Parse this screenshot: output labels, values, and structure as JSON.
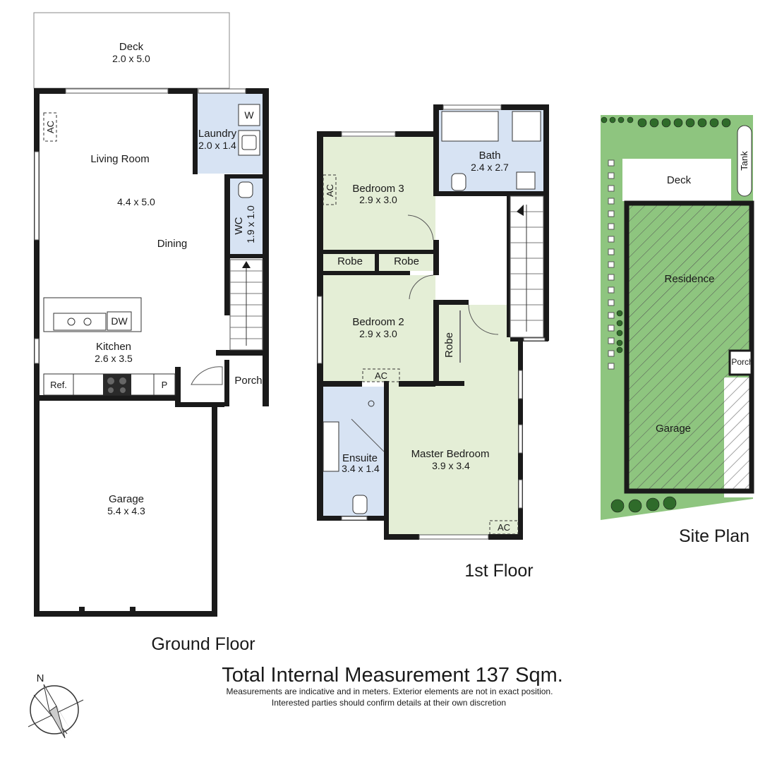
{
  "ground_floor": {
    "title": "Ground Floor",
    "deck": {
      "name": "Deck",
      "dims": "2.0 x 5.0"
    },
    "living": {
      "name": "Living Room",
      "dims": "4.4 x 5.0"
    },
    "dining": {
      "name": "Dining"
    },
    "laundry": {
      "name": "Laundry",
      "dims": "2.0 x 1.4",
      "w": "W"
    },
    "wc": {
      "name": "WC",
      "dims": "1.9 x 1.0"
    },
    "kitchen": {
      "name": "Kitchen",
      "dims": "2.6 x 3.5",
      "dw": "DW",
      "ref": "Ref.",
      "pantry": "P"
    },
    "porch": {
      "name": "Porch"
    },
    "garage": {
      "name": "Garage",
      "dims": "5.4 x 4.3"
    },
    "ac": "AC"
  },
  "first_floor": {
    "title": "1st Floor",
    "bedroom3": {
      "name": "Bedroom 3",
      "dims": "2.9 x 3.0"
    },
    "bath": {
      "name": "Bath",
      "dims": "2.4 x 2.7"
    },
    "robe1": "Robe",
    "robe2": "Robe",
    "robe3": "Robe",
    "bedroom2": {
      "name": "Bedroom 2",
      "dims": "2.9 x 3.0"
    },
    "ensuite": {
      "name": "Ensuite",
      "dims": "3.4 x 1.4"
    },
    "master": {
      "name": "Master Bedroom",
      "dims": "3.9 x 3.4"
    },
    "ac1": "AC",
    "ac2": "AC",
    "ac3": "AC"
  },
  "site_plan": {
    "title": "Site Plan",
    "deck": "Deck",
    "tank": "Tank",
    "residence": "Residence",
    "porch": "Porch",
    "garage": "Garage"
  },
  "footer": {
    "total": "Total Internal Measurement 137 Sqm.",
    "note1": "Measurements are indicative and in meters. Exterior elements are not in exact position.",
    "note2": "Interested parties should confirm details at their own discretion"
  },
  "compass": {
    "label": "N"
  },
  "colors": {
    "living": "#ffffff",
    "wet": "#d7e3f3",
    "bedroom": "#e4eed6",
    "site_grass": "#8ec57f",
    "wall": "#1a1a1a"
  }
}
